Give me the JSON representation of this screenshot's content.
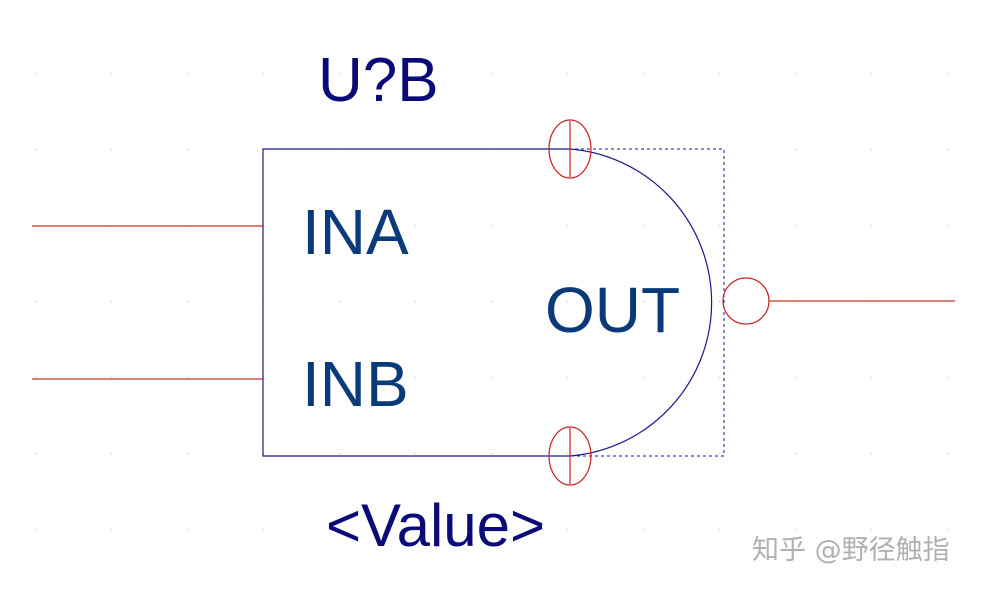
{
  "diagram": {
    "part_reference": "U?B",
    "pins": {
      "input_a": "INA",
      "input_b": "INB",
      "output": "OUT"
    },
    "value_placeholder": "<Value>",
    "output_inverted": true
  },
  "watermark": "知乎 @野径触指",
  "colors": {
    "background": "#ffffff",
    "body_outline": "#1a1a8c",
    "ref_text": "#0a0a78",
    "pin_text": "#0a3a7a",
    "pin_wire": "#c0392b",
    "pin_marker": "#cc2222",
    "grid_dot": "#c8c8c8",
    "bounding_box": "#1a1a8c"
  }
}
